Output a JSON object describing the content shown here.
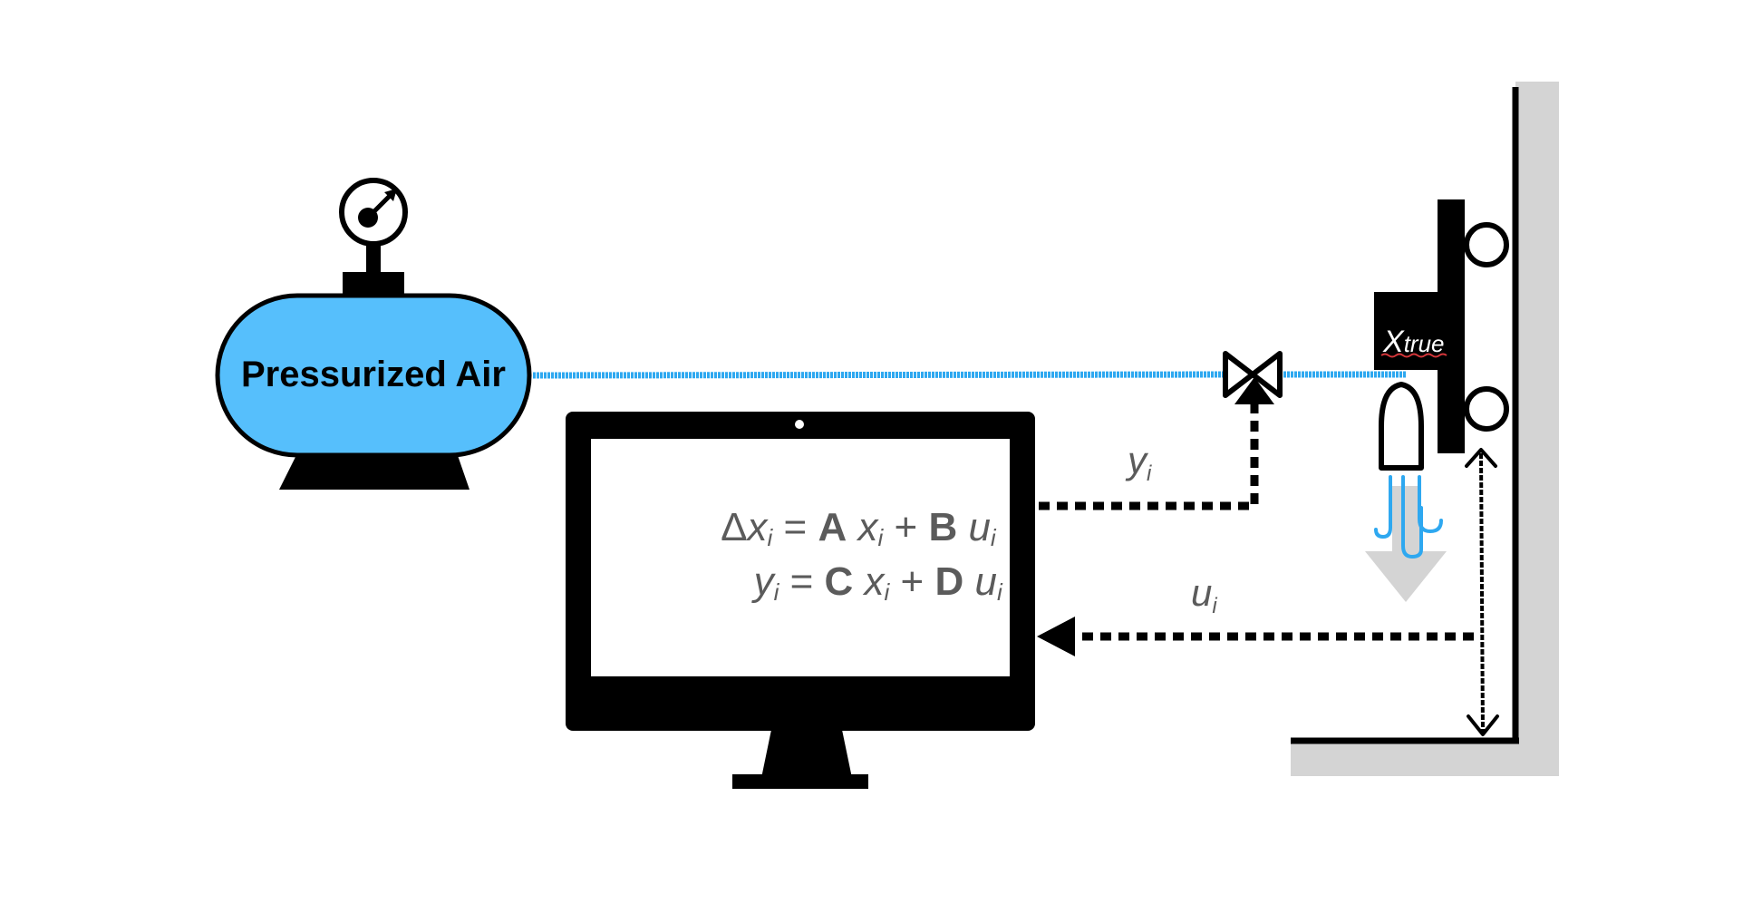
{
  "tank": {
    "label": "Pressurized Air",
    "fill_color": "#56bffc",
    "icon": "pressure-gauge-icon"
  },
  "signals": {
    "y_main": "y",
    "y_sub": "i",
    "u_main": "u",
    "u_sub": "i"
  },
  "equations": {
    "line1": {
      "delta": "Δ",
      "x": "x",
      "x_sub": "i",
      "equals": " = ",
      "A": "A",
      "x2": " x",
      "x2_sub": "i",
      "plus": " + ",
      "B": "B",
      "u": " u",
      "u_sub": "i"
    },
    "line2": {
      "y": "y",
      "y_sub": "i",
      "equals": " = ",
      "C": "C",
      "x": " x",
      "x_sub": "i",
      "plus": " + ",
      "D": "D",
      "u": " u",
      "u_sub": "i"
    }
  },
  "xtrue": {
    "main": "X",
    "sub": "true"
  },
  "colors": {
    "air_line": "#2ea8f0",
    "equation_text": "#5b5b5b",
    "wall_shade": "#d4d4d4",
    "thrust_arrow": "#d4d4d4"
  }
}
